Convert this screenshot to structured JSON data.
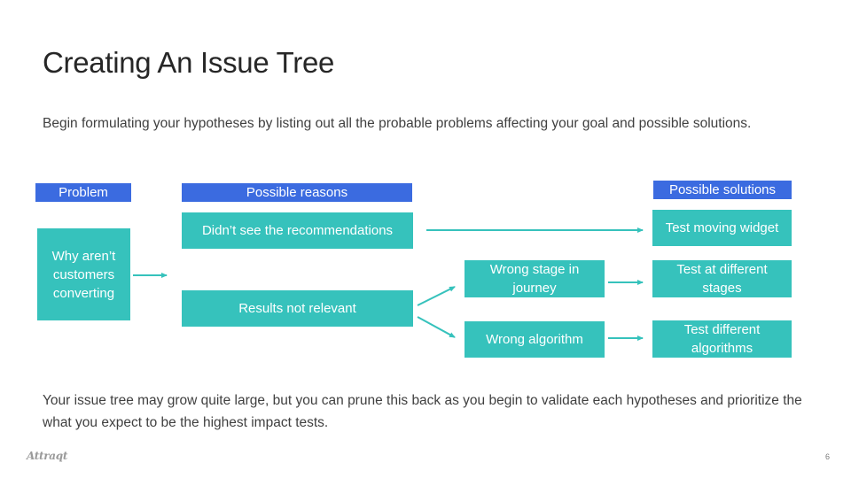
{
  "slide": {
    "title": "Creating An Issue Tree",
    "intro": "Begin formulating your hypotheses by listing out all the probable problems affecting your goal and possible solutions.",
    "outro": "Your issue tree may grow quite large, but you can prune this back as you begin to validate each hypotheses and prioritize the what you expect to be the highest impact tests.",
    "logo": "Attraqt",
    "page_number": "6"
  },
  "headers": {
    "problem": "Problem",
    "reasons": "Possible reasons",
    "solutions": "Possible solutions"
  },
  "nodes": {
    "problem": "Why aren’t customers converting",
    "reason_1": "Didn’t see the recommendations",
    "reason_2": "Results not relevant",
    "sub_reason_1": "Wrong stage in journey",
    "sub_reason_2": "Wrong algorithm",
    "solution_1": "Test moving widget",
    "solution_2": "Test at different stages",
    "solution_3": "Test different algorithms"
  },
  "colors": {
    "header_fill": "#3b6be0",
    "node_fill": "#36c2bc",
    "arrow": "#36c2bc"
  }
}
